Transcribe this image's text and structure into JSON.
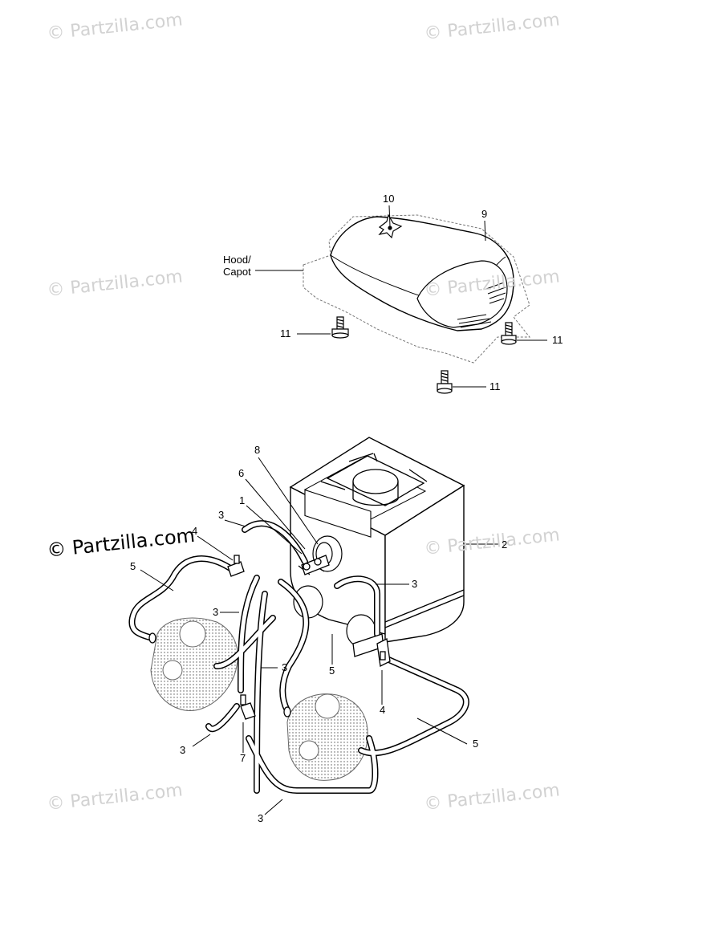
{
  "watermarks": {
    "w1": "© Partzilla.com",
    "w2": "© Partzilla.com",
    "w3": "© Partzilla.com",
    "w4": "© Partzilla.com",
    "w5": "© Partzilla.com",
    "w6": "© Partzilla.com",
    "w7": "© Partzilla.com",
    "w8": "© Partzilla.com"
  },
  "hood_label": {
    "line1": "Hood/",
    "line2": "Capot"
  },
  "callouts": {
    "c10": "10",
    "c9": "9",
    "c11a": "11",
    "c11b": "11",
    "c11c": "11",
    "c8": "8",
    "c6": "6",
    "c1": "1",
    "c3a": "3",
    "c4a": "4",
    "c5a": "5",
    "c2": "2",
    "c3b": "3",
    "c3c": "3",
    "c3d": "3",
    "c5b": "5",
    "c4b": "4",
    "c5c": "5",
    "c3e": "3",
    "c7": "7",
    "c3f": "3"
  }
}
